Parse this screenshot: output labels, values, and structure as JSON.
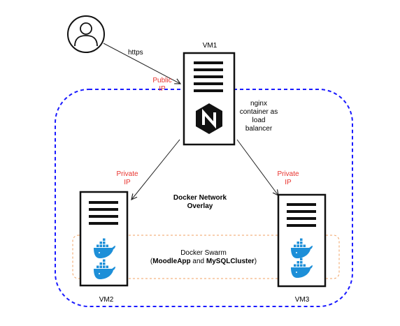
{
  "user": {
    "icon": "user-icon",
    "connection_label": "https"
  },
  "vm1": {
    "title": "VM1",
    "public_ip_label": [
      "Public",
      "IP"
    ],
    "nginx_logo_letter": "N",
    "nginx_caption": [
      "nginx",
      "container as",
      "load",
      "balancer"
    ]
  },
  "vm2": {
    "title": "VM2",
    "private_ip_label": [
      "Private",
      "IP"
    ]
  },
  "vm3": {
    "title": "VM3",
    "private_ip_label": [
      "Private",
      "IP"
    ]
  },
  "network": {
    "label": [
      "Docker Network",
      "Overlay"
    ]
  },
  "swarm": {
    "line1": "Docker Swarm",
    "open_paren": "(",
    "app1": "MoodleApp",
    "and": " and ",
    "app2": "MySQLCluster",
    "close_paren": ")"
  },
  "colors": {
    "network_border": "#1a1aff",
    "swarm_border": "#f0a060",
    "ip_label": "#e8332e",
    "docker_blue": "#1d8fd8",
    "nginx_bg": "#111111"
  }
}
